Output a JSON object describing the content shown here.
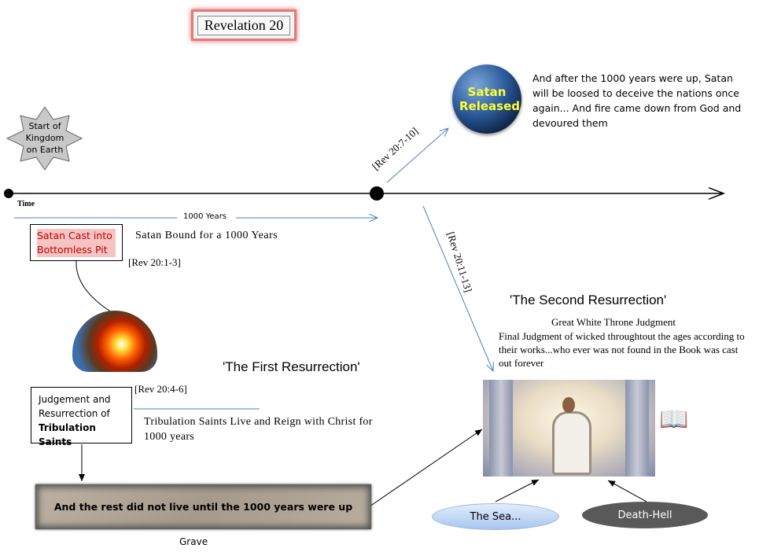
{
  "title": "Revelation 20",
  "start_label": "Start of Kingdom on Earth",
  "timeline": {
    "time_label": "Time",
    "span_label": "1000 Years"
  },
  "satan_released": {
    "label": "Satan Released",
    "ref": "[Rev 20:7-10]",
    "text": "And after the 1000 years were up, Satan will be loosed to deceive the nations once again... And fire came down from God and devoured them"
  },
  "satan_bound": {
    "box": "Satan Cast into Bottomless Pit",
    "text": "Satan Bound for a 1000 Years",
    "ref": "[Rev 20:1-3]"
  },
  "first_resurrection": {
    "heading": "'The First Resurrection'",
    "ref": "[Rev 20:4-6]",
    "box_line1": "Judgement and Resurrection of",
    "box_bold": "Tribulation Saints",
    "text": "Tribulation Saints Live and Reign with Christ for 1000 years"
  },
  "grave": {
    "text": "And the rest did not live until the 1000 years were up",
    "label": "Grave"
  },
  "second_resurrection": {
    "ref": "[Rev 20:11-13]",
    "heading": "'The Second Resurrection'",
    "subheading": "Great White Throne Judgment",
    "text": "Final Judgment of wicked throughtout the ages according to their works...who ever was not found in the Book was cast out forever"
  },
  "clouds": {
    "sea": "The Sea...",
    "death": "Death-Hell"
  },
  "colors": {
    "arrow_blue": "#4f81bd",
    "highlight": "#f4a0a0"
  }
}
